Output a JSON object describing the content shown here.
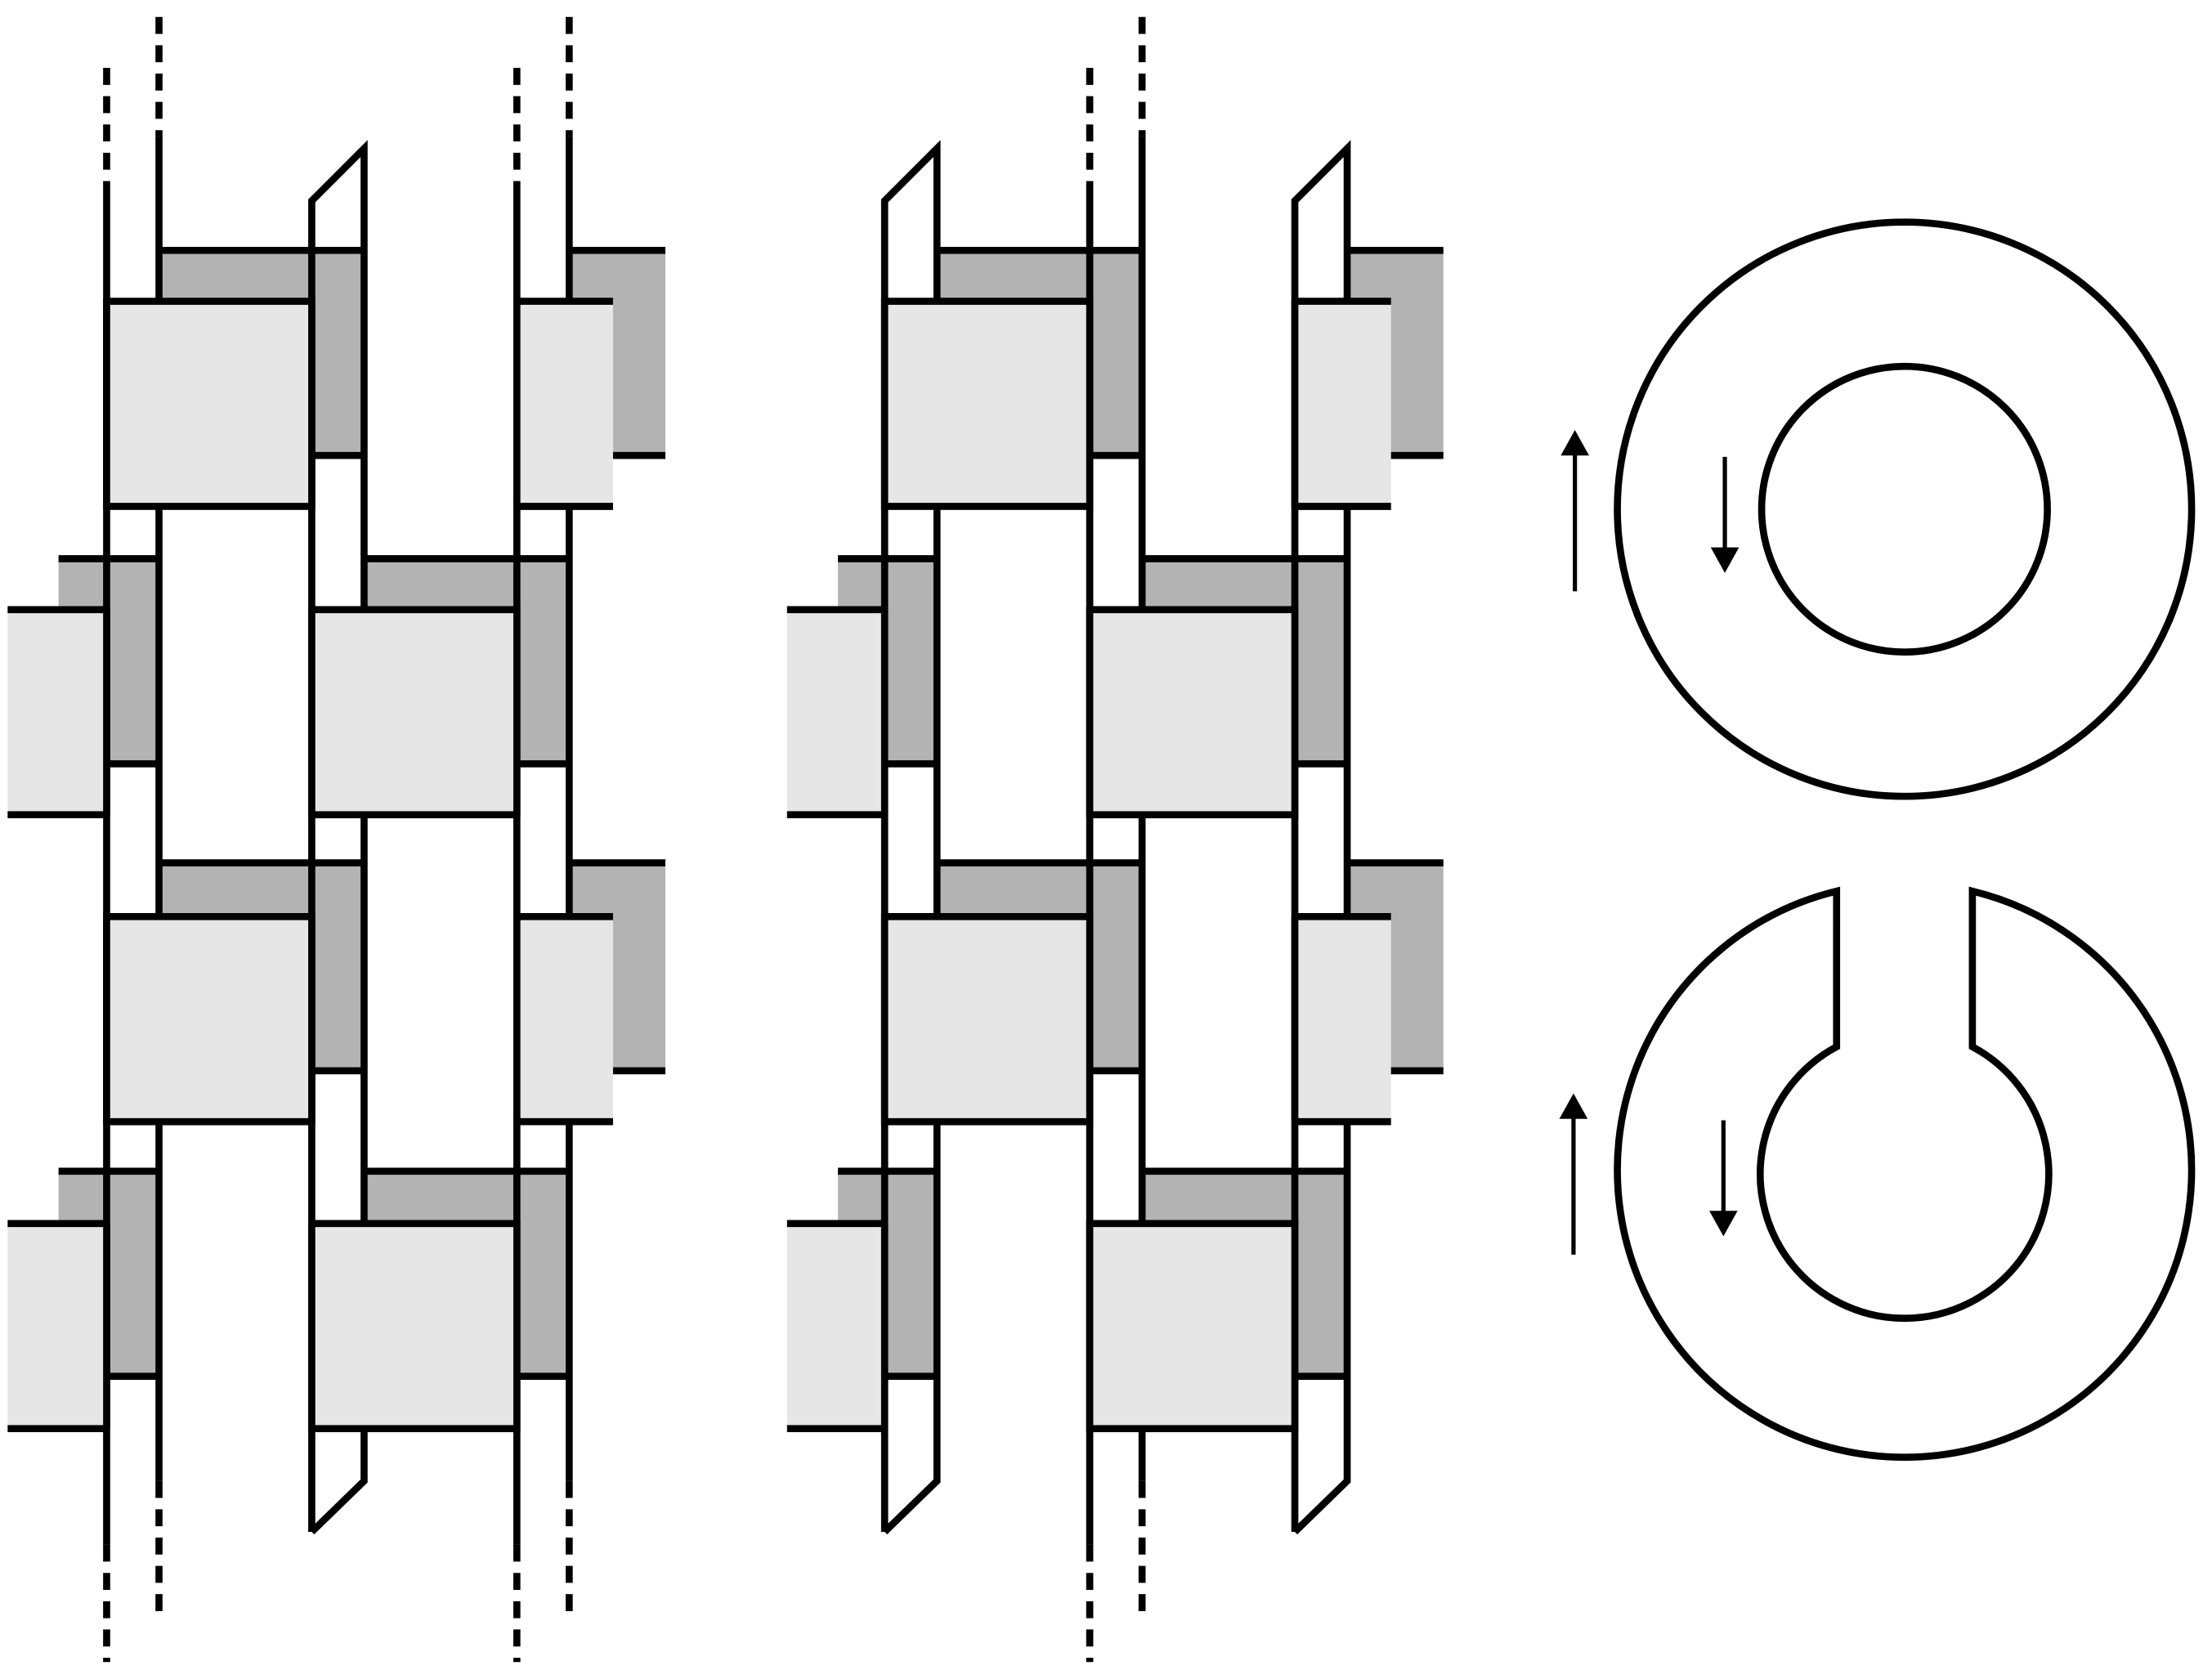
{
  "colors": {
    "background": "#ffffff",
    "stroke": "#000000",
    "light_plate": "#e6e6e6",
    "dark_plate": "#b3b3b3"
  },
  "panels": [
    {
      "name": "left-lattice",
      "kind": "woven-strip-lattice",
      "open_strip_ends": "dashed"
    },
    {
      "name": "middle-lattice",
      "kind": "woven-strip-lattice",
      "strip_ends": "joined"
    },
    {
      "name": "annulus",
      "kind": "ring",
      "arrows": [
        "up",
        "down"
      ]
    },
    {
      "name": "slit-annulus",
      "kind": "ring-with-gap",
      "arrows": [
        "up",
        "down"
      ]
    }
  ]
}
